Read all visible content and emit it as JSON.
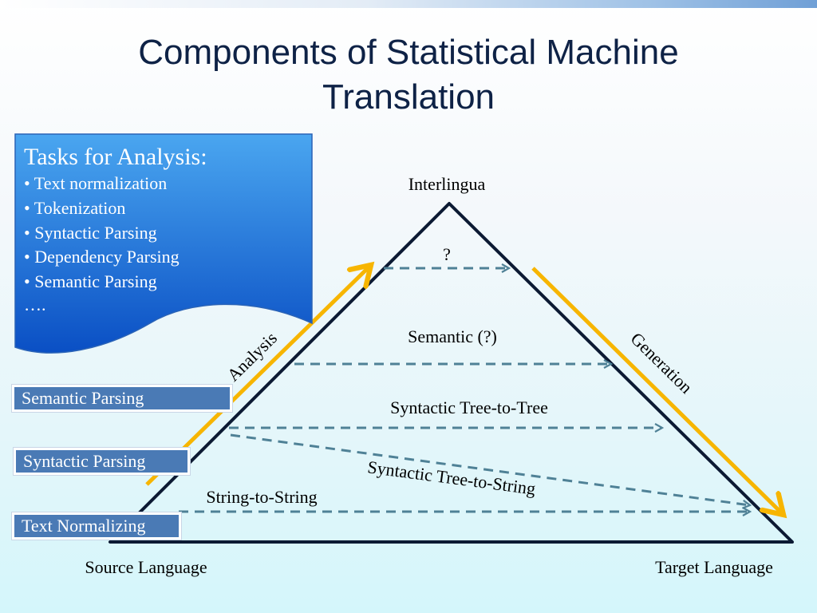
{
  "title": {
    "line1": "Components of Statistical Machine",
    "line2": "Translation"
  },
  "tasks_panel": {
    "heading": "Tasks for Analysis:",
    "items": [
      "• Text normalization",
      "• Tokenization",
      "• Syntactic Parsing",
      "• Dependency Parsing",
      "• Semantic Parsing"
    ],
    "more": "…."
  },
  "level_labels": {
    "semantic": "Semantic Parsing",
    "syntactic": "Syntactic Parsing",
    "text": "Text Normalizing"
  },
  "pyramid": {
    "apex": "Interlingua",
    "source": "Source Language",
    "target": "Target Language",
    "analysis": "Analysis",
    "generation": "Generation",
    "levels": {
      "interlingua": "?",
      "semantic": "Semantic (?)",
      "tree_to_tree": "Syntactic Tree-to-Tree",
      "tree_to_string": "Syntactic Tree-to-String",
      "string_to_string": "String-to-String"
    }
  },
  "colors": {
    "title": "#0e2246",
    "triangle": "#0c1a33",
    "analysis_arrow": "#f7b500",
    "dashed_arrow": "#4f8196",
    "panel_top": "#4aa6f0",
    "panel_bottom": "#0a4fc4",
    "label_bg": "#4a7ab5"
  }
}
